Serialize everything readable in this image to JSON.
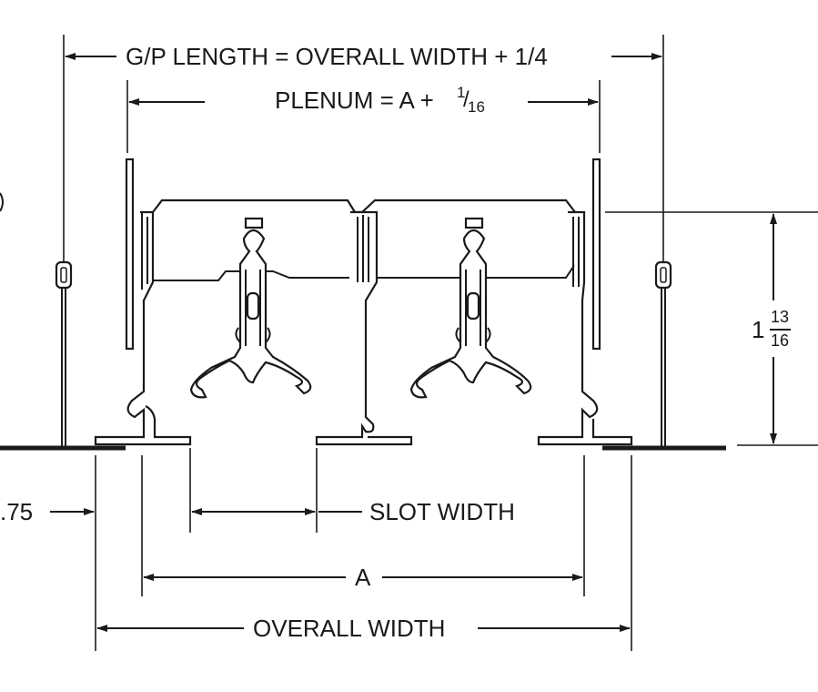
{
  "diagram": {
    "labels": {
      "gp_length": "G/P LENGTH = OVERALL WIDTH + 1/4",
      "plenum": "PLENUM = A +",
      "plenum_frac_num": "1",
      "plenum_frac_den": "16",
      "height_whole": "1",
      "height_frac_num": "13",
      "height_frac_den": "16",
      "flange": ".75",
      "slot_width": "SLOT WIDTH",
      "dim_a": "A",
      "overall_width": "OVERALL WIDTH"
    }
  }
}
